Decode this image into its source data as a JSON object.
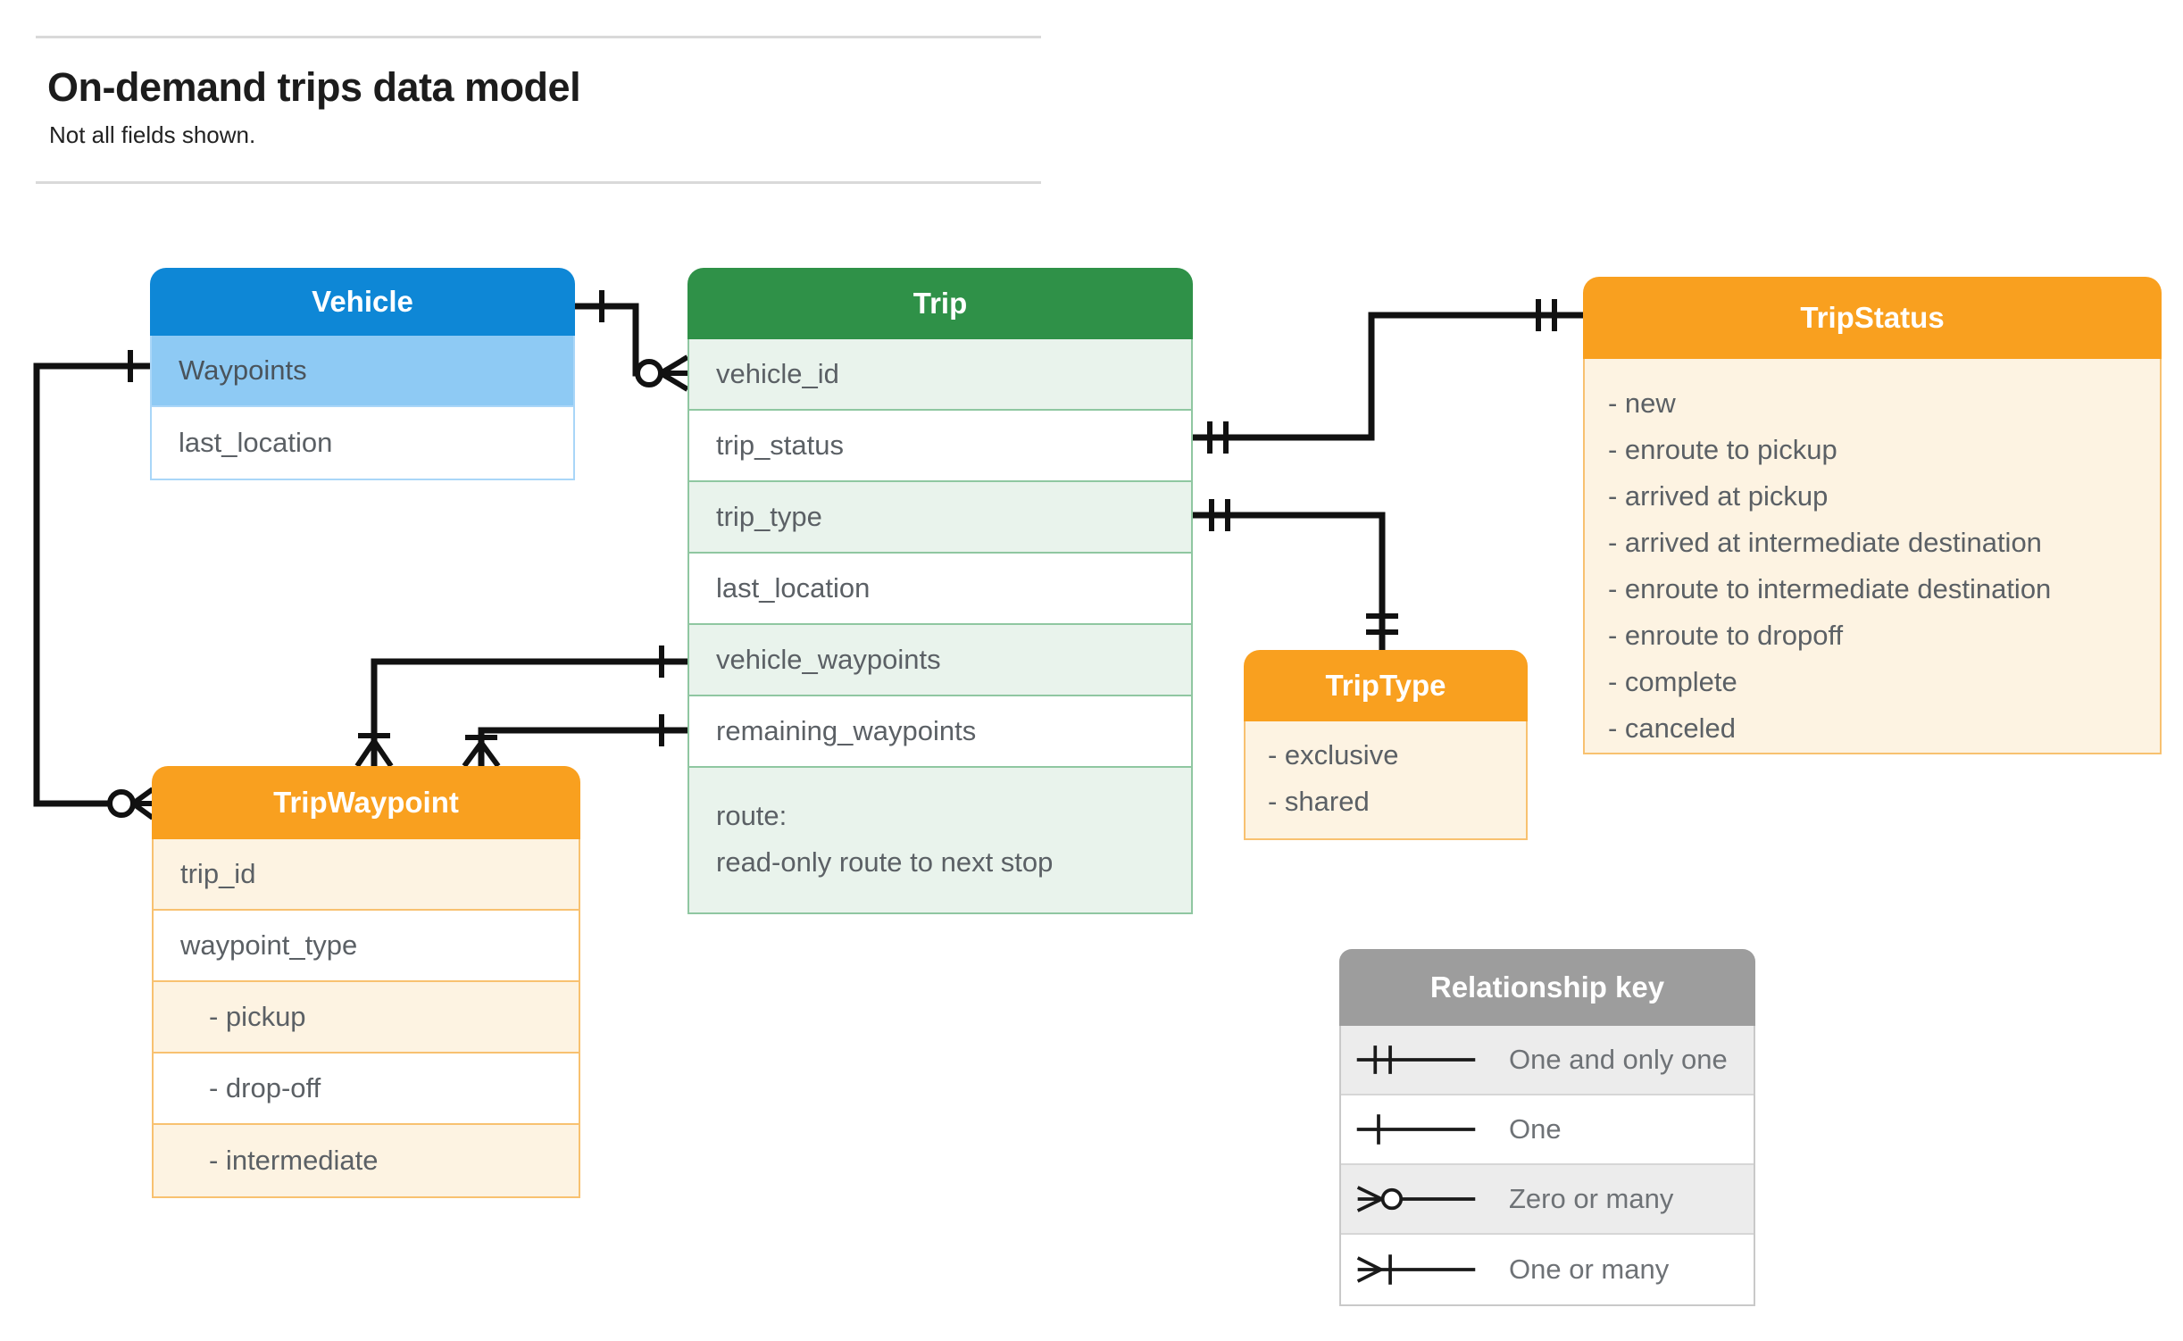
{
  "page": {
    "title": "On-demand trips data model",
    "subtitle": "Not all fields shown."
  },
  "entities": {
    "vehicle": {
      "title": "Vehicle",
      "rows": [
        "Waypoints",
        "last_location"
      ]
    },
    "trip": {
      "title": "Trip",
      "rows": [
        "vehicle_id",
        "trip_status",
        "trip_type",
        "last_location",
        "vehicle_waypoints",
        "remaining_waypoints"
      ],
      "route": [
        "route:",
        "read-only route to next stop"
      ]
    },
    "trip_status": {
      "title": "TripStatus",
      "values": [
        "- new",
        "- enroute to pickup",
        "- arrived at pickup",
        "- arrived at intermediate destination",
        "- enroute to intermediate destination",
        "- enroute to dropoff",
        "- complete",
        "- canceled"
      ]
    },
    "trip_type": {
      "title": "TripType",
      "values": [
        "- exclusive",
        "- shared"
      ]
    },
    "trip_waypoint": {
      "title": "TripWaypoint",
      "rows": [
        "trip_id",
        "waypoint_type",
        "- pickup",
        "- drop-off",
        "- intermediate"
      ]
    }
  },
  "legend": {
    "title": "Relationship key",
    "items": [
      {
        "symbol": "one-and-only-one",
        "label": "One and only one"
      },
      {
        "symbol": "one",
        "label": "One"
      },
      {
        "symbol": "zero-or-many",
        "label": "Zero or many"
      },
      {
        "symbol": "one-or-many",
        "label": "One or many"
      }
    ]
  },
  "colors": {
    "vehicle_header": "#0e87d6",
    "vehicle_highlight_row": "#8ecaf4",
    "trip_header": "#2f9148",
    "trip_row_tint": "#e9f3ec",
    "orange_header": "#f9a01f",
    "orange_row_tint": "#fdf3e2",
    "key_header": "#9d9d9d",
    "key_row_tint": "#ececec",
    "connector": "#111111"
  }
}
